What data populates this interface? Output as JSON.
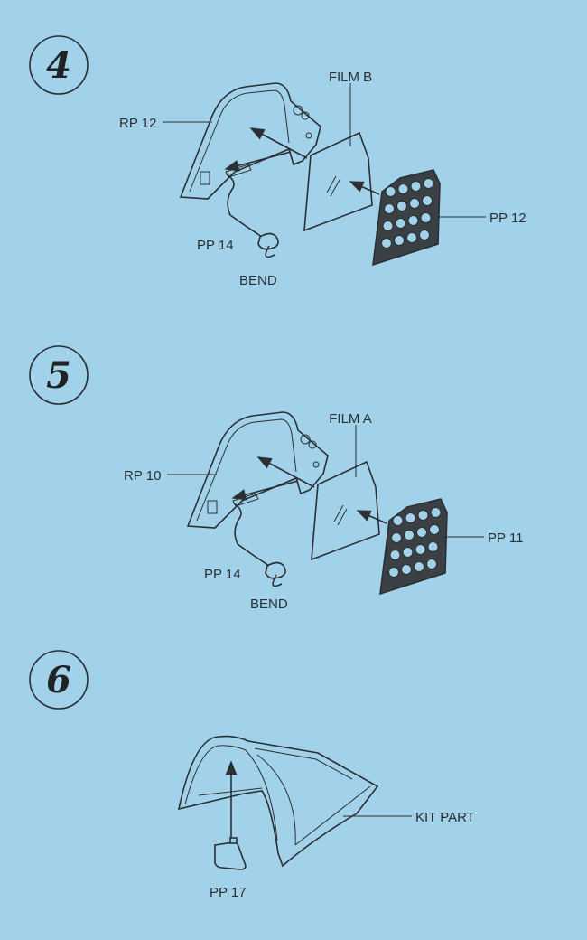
{
  "steps": [
    {
      "number": "4",
      "labels": {
        "film": "FILM B",
        "frame": "RP 12",
        "panel": "PP 12",
        "handle": "PP 14",
        "bend": "BEND"
      }
    },
    {
      "number": "5",
      "labels": {
        "film": "FILM A",
        "frame": "RP 10",
        "panel": "PP 11",
        "handle": "PP 14",
        "bend": "BEND"
      }
    },
    {
      "number": "6",
      "labels": {
        "canopy": "KIT PART",
        "mirror": "PP 17"
      }
    }
  ],
  "colors": {
    "background": "#a2d2ea",
    "ink": "#2a2f33"
  }
}
